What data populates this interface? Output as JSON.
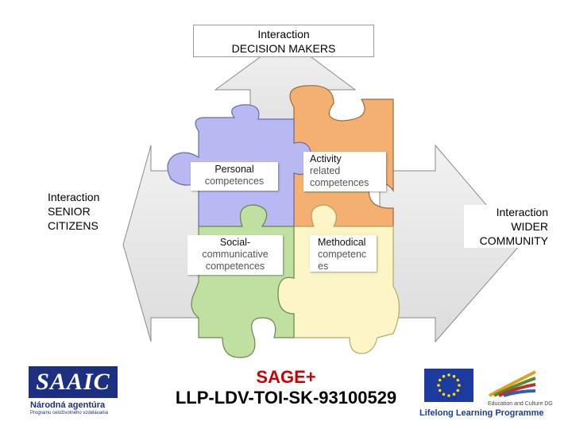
{
  "top_box": {
    "line1": "Interaction",
    "line2": "DECISION MAKERS"
  },
  "left_label": {
    "line1": "Interaction",
    "line2": "SENIOR",
    "line3": "CITIZENS"
  },
  "right_label": {
    "line1": "Interaction",
    "line2": "WIDER",
    "line3": "COMMUNITY"
  },
  "pieces": {
    "personal": {
      "line1": "Personal",
      "line2": "competences",
      "color": "#b8b8f2"
    },
    "activity": {
      "line1": "Activity",
      "line2": "related",
      "line3": "competences",
      "color": "#f3b070"
    },
    "social": {
      "line1": "Social-",
      "line2": "communicative",
      "line3": "competences",
      "color": "#bfe0a0"
    },
    "methodical": {
      "line1": "Methodical",
      "line2": "competenc",
      "line3": "es",
      "color": "#fbf5c8"
    }
  },
  "title": {
    "line1": "SAGE+",
    "line2": "LLP-LDV-TOI-SK-93100529",
    "color": "#cc0000"
  },
  "logo_left": {
    "brand": "SAAIC",
    "line1": "Národná agentúra",
    "line2": "Programu celoživotného vzdelávania"
  },
  "logo_right": {
    "line1": "Education and Culture DG",
    "line2": "Lifelong Learning Programme"
  },
  "colors": {
    "arrow_fill": "#e6e6e6",
    "arrow_stroke": "#8a8a8a",
    "eu_blue": "#1d3a9e",
    "eu_star": "#ffdd00",
    "saaic_blue": "#1d2f80"
  }
}
